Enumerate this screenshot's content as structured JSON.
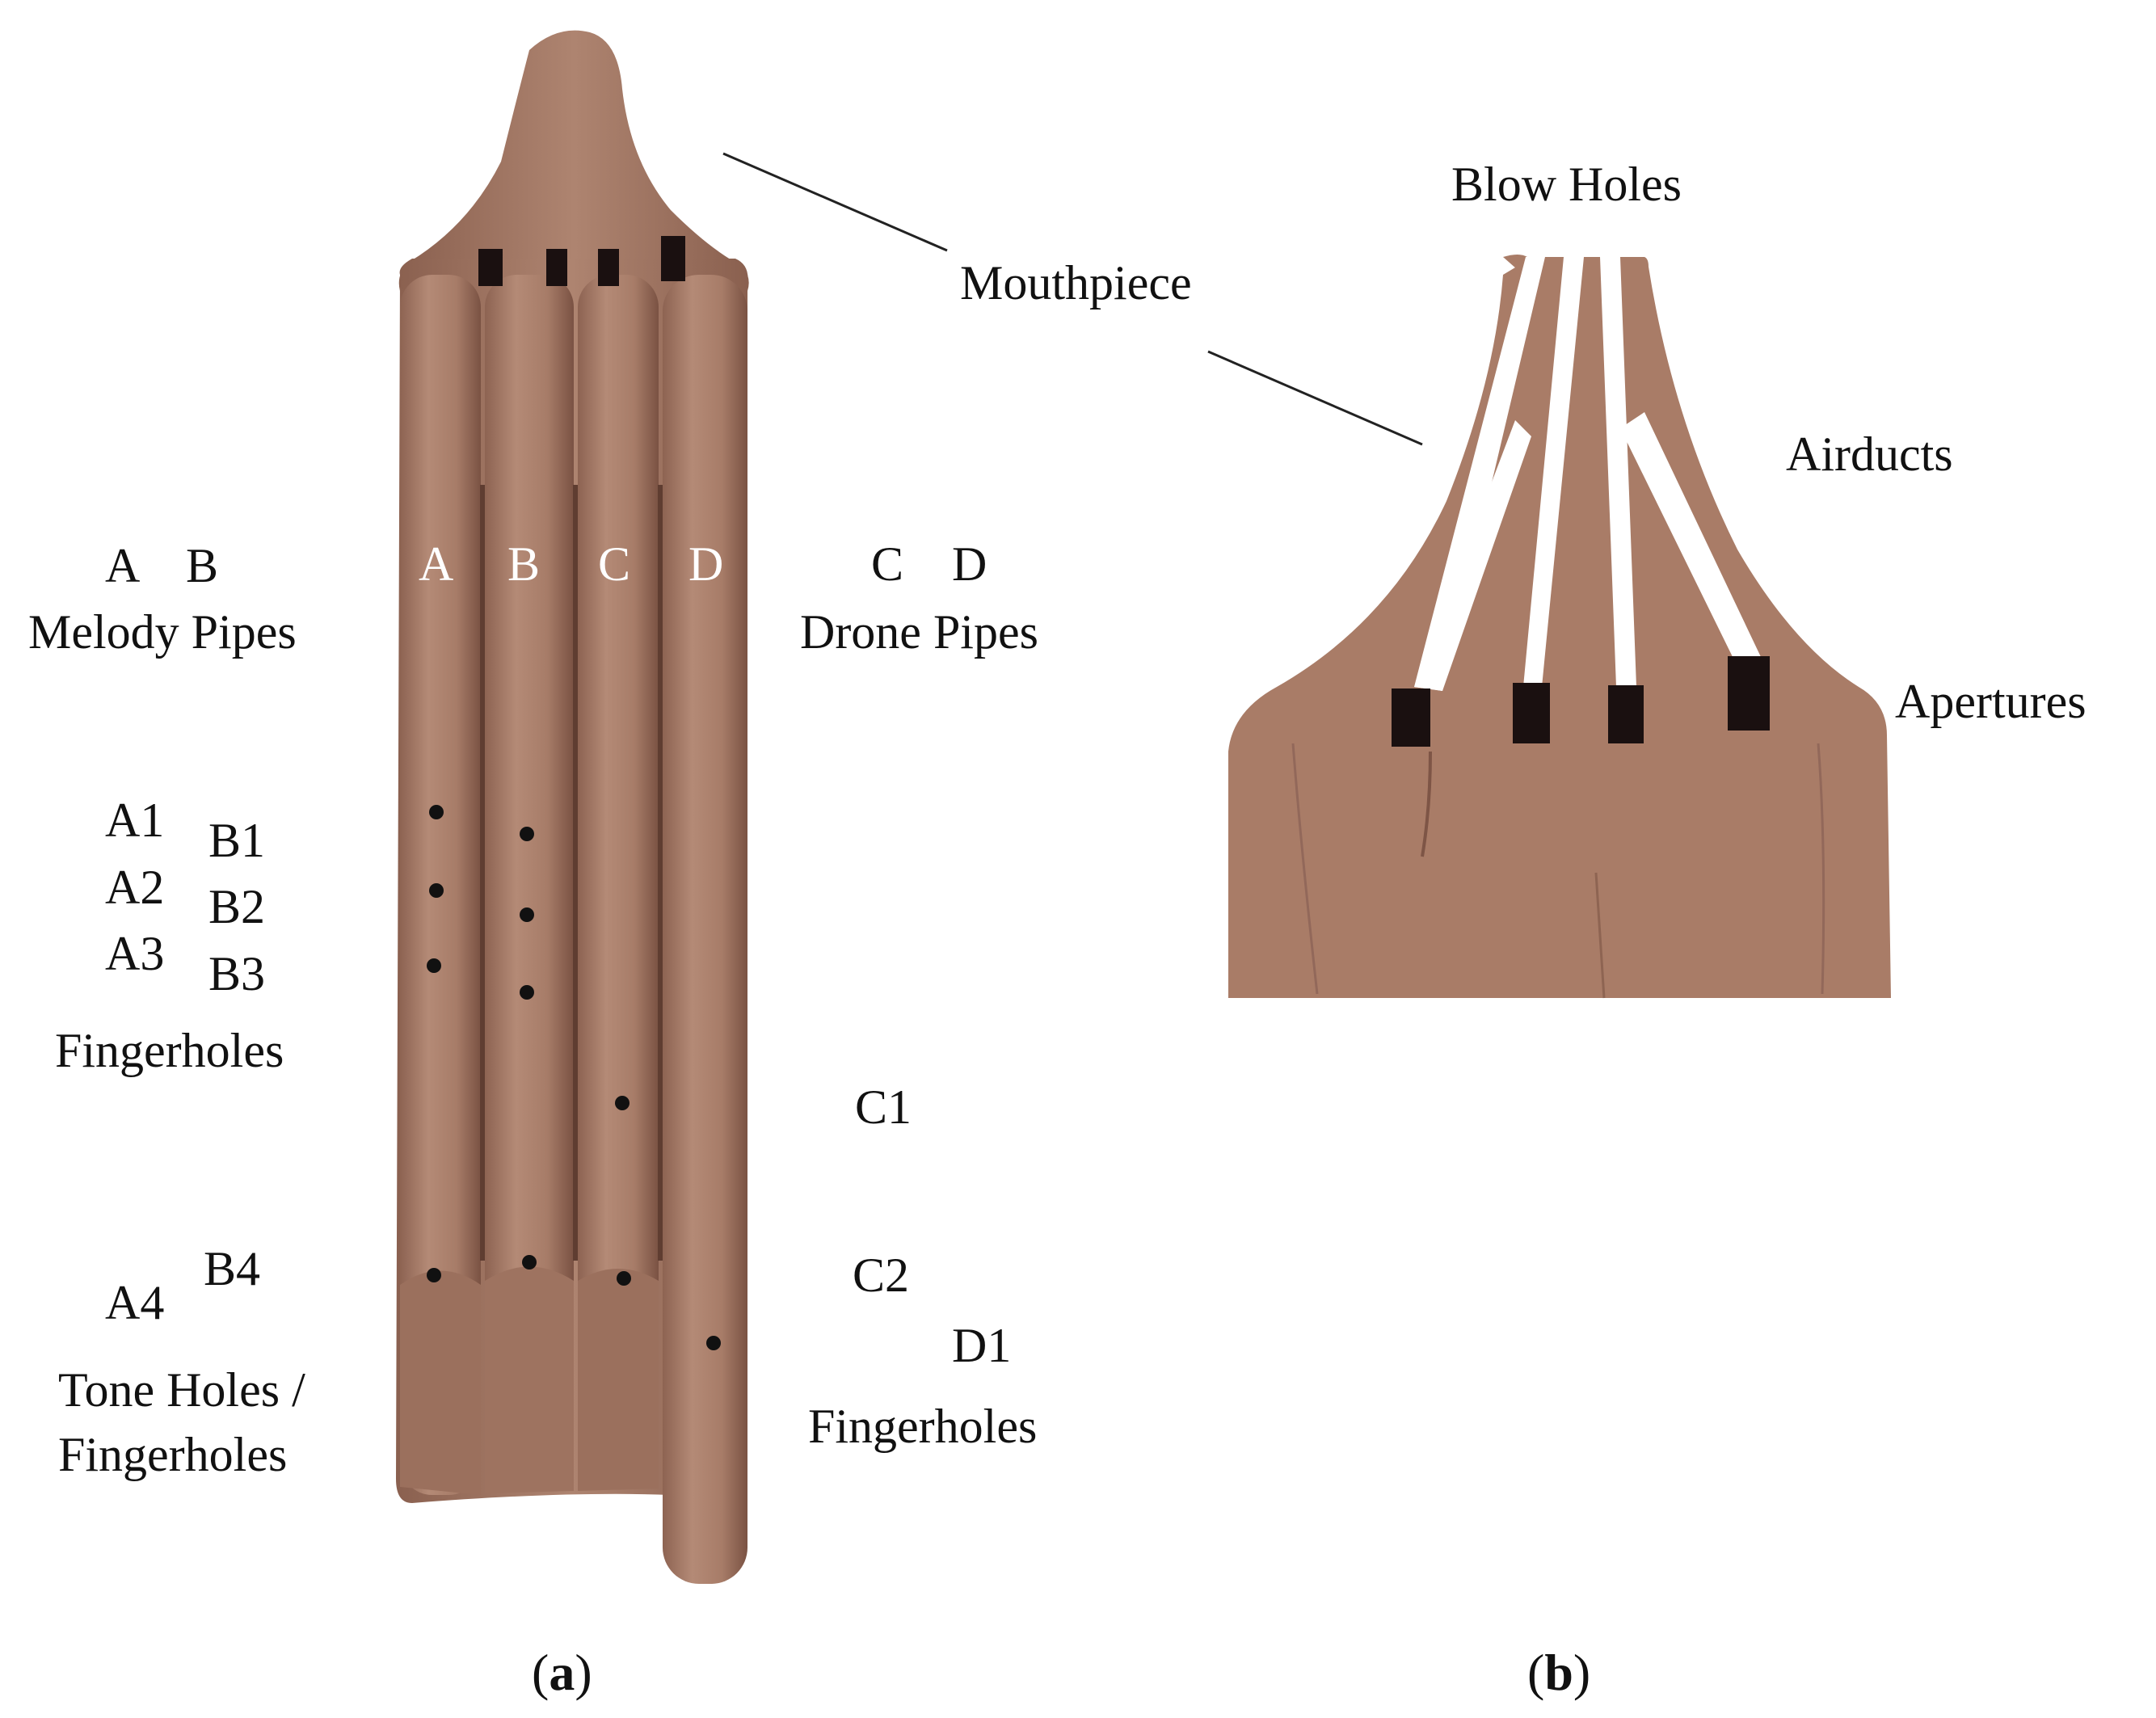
{
  "panel_a": {
    "pipe_letters": [
      "A",
      "B",
      "C",
      "D"
    ],
    "mouthpiece": "Mouthpiece",
    "melody_letters": "A    B",
    "melody_label": "Melody Pipes",
    "drone_letters": "C    D",
    "drone_label": "Drone Pipes",
    "a1": "A1",
    "a2": "A2",
    "a3": "A3",
    "a4": "A4",
    "b1": "B1",
    "b2": "B2",
    "b3": "B3",
    "b4": "B4",
    "fingerholes_left": "Fingerholes",
    "c1": "C1",
    "c2": "C2",
    "d1": "D1",
    "fingerholes_right": "Fingerholes",
    "tone_holes_line1": "Tone Holes /",
    "tone_holes_line2": "Fingerholes",
    "caption_open": "(",
    "caption_letter": "a",
    "caption_close": ")"
  },
  "panel_b": {
    "blow_holes": "Blow Holes",
    "airducts": "Airducts",
    "apertures": "Apertures",
    "caption_open": "(",
    "caption_letter": "b",
    "caption_close": ")"
  },
  "colors": {
    "clay": "#a97c67",
    "clay_dark": "#7e5546",
    "clay_light": "#c39b87",
    "hole": "#1a1010",
    "text": "#111111"
  }
}
